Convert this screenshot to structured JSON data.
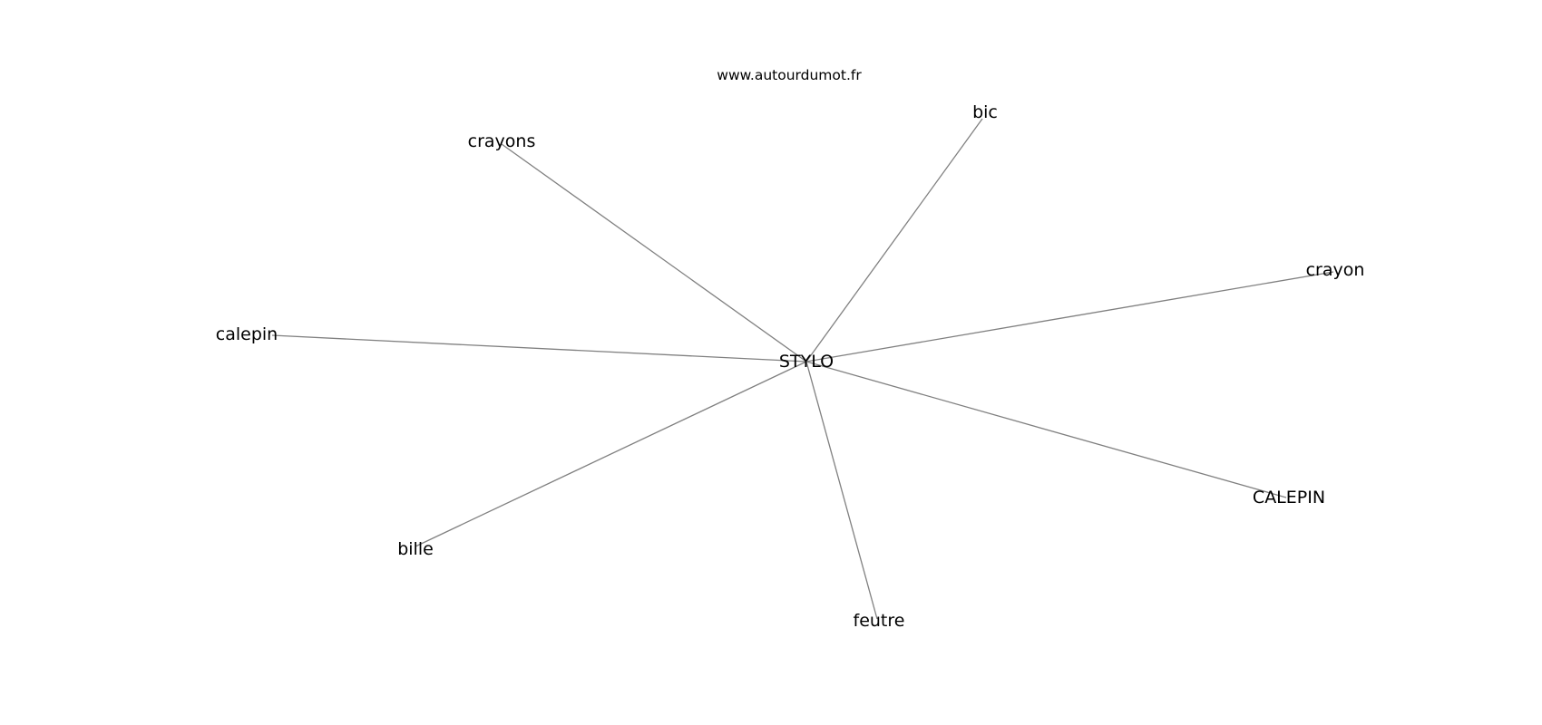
{
  "watermark": "www.autourdumot.fr",
  "graph": {
    "center": "STYLO",
    "nodes": [
      "crayons",
      "bic",
      "crayon",
      "calepin",
      "CALEPIN",
      "bille",
      "feutre"
    ]
  },
  "colors": {
    "edge": "#808080",
    "text": "#000000",
    "background": "#ffffff"
  }
}
